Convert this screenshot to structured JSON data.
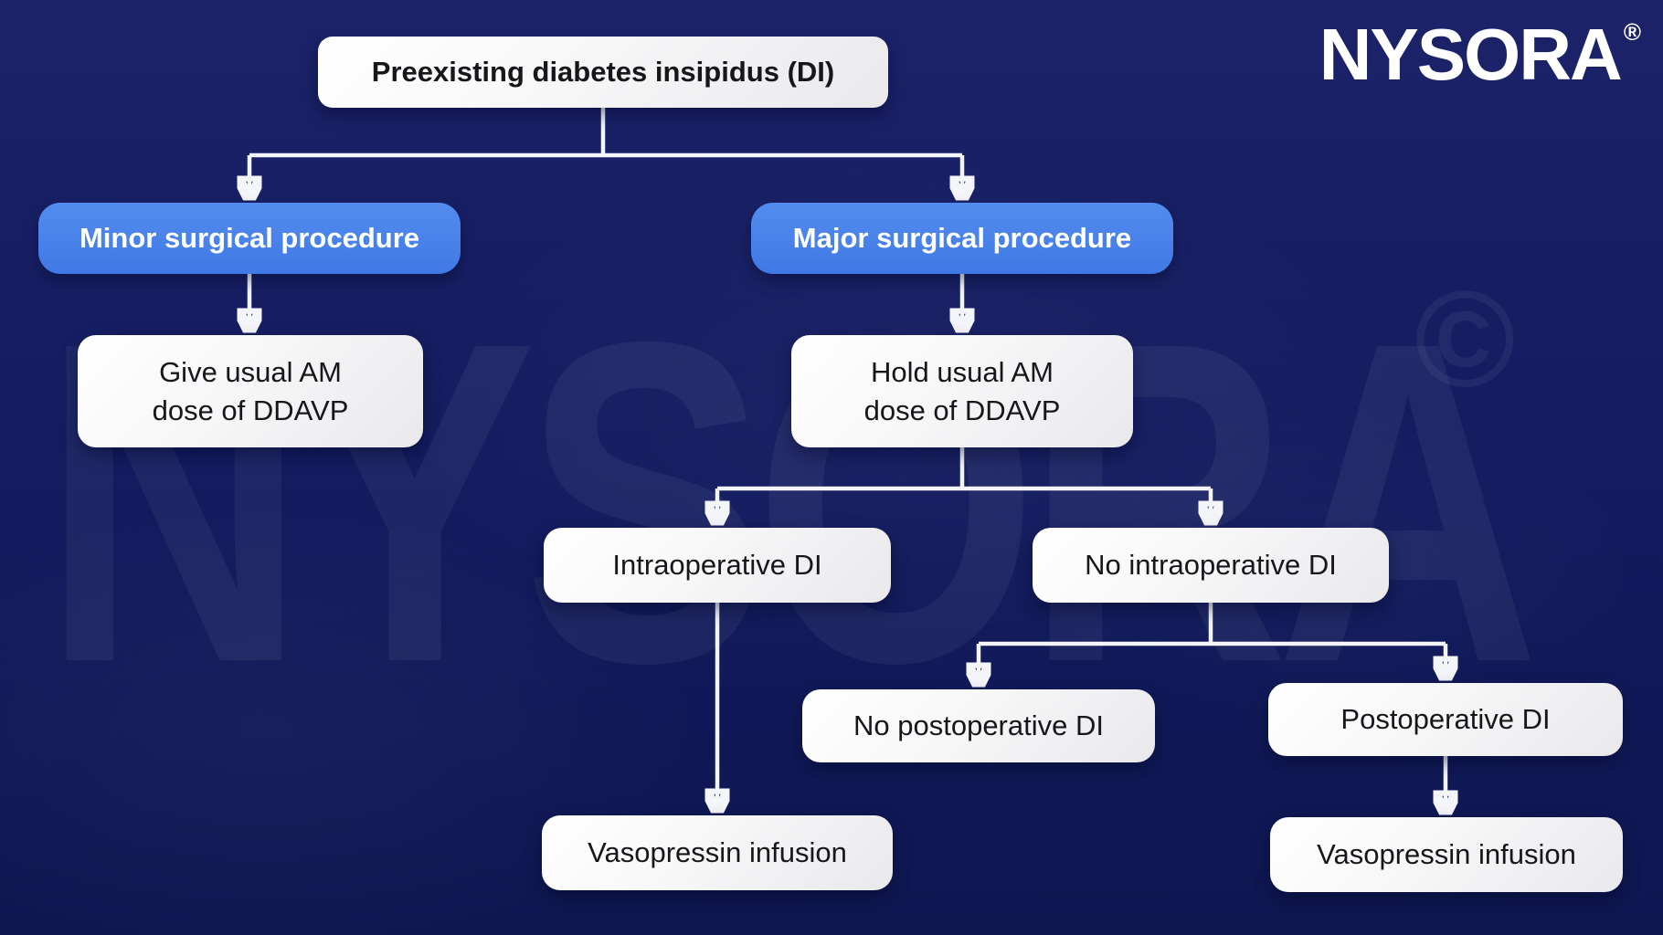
{
  "brand": {
    "logo": "NYSORA",
    "registered": "®",
    "watermark": "NYSORA",
    "copyright": "©"
  },
  "colors": {
    "background": "#121b5e",
    "node_blue": "#4783e9",
    "node_white": "#ffffff",
    "connector": "#f4f5f9",
    "text_dark": "#17171a",
    "text_light": "#ffffff"
  },
  "flowchart": {
    "nodes": {
      "root": {
        "label": "Preexisting diabetes insipidus (DI)"
      },
      "minor": {
        "label": "Minor surgical procedure"
      },
      "major": {
        "label": "Major surgical procedure"
      },
      "give": {
        "label": "Give usual AM\ndose of DDAVP"
      },
      "hold": {
        "label": "Hold usual AM\ndose of DDAVP"
      },
      "intraop": {
        "label": "Intraoperative DI"
      },
      "nointraop": {
        "label": "No intraoperative DI"
      },
      "nopostop": {
        "label": "No postoperative DI"
      },
      "postop": {
        "label": "Postoperative DI"
      },
      "vaso_left": {
        "label": "Vasopressin infusion"
      },
      "vaso_right": {
        "label": "Vasopressin infusion"
      }
    },
    "edges": [
      {
        "from": "root",
        "to": "minor"
      },
      {
        "from": "root",
        "to": "major"
      },
      {
        "from": "minor",
        "to": "give"
      },
      {
        "from": "major",
        "to": "hold"
      },
      {
        "from": "hold",
        "to": "intraop"
      },
      {
        "from": "hold",
        "to": "nointraop"
      },
      {
        "from": "intraop",
        "to": "vaso_left"
      },
      {
        "from": "nointraop",
        "to": "nopostop"
      },
      {
        "from": "nointraop",
        "to": "postop"
      },
      {
        "from": "postop",
        "to": "vaso_right"
      }
    ]
  }
}
